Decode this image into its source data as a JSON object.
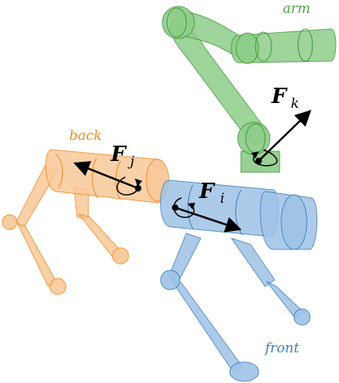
{
  "labels": {
    "arm": "arm",
    "back": "back",
    "front": "front"
  },
  "forces": [
    {
      "letter": "F",
      "subscript": "k"
    },
    {
      "letter": "F",
      "subscript": "j"
    },
    {
      "letter": "F",
      "subscript": "i"
    }
  ],
  "colors": {
    "arm_fill": "#8fcd8a",
    "arm_stroke": "#3f9a3a",
    "arm_text": "#4f9f45",
    "back_fill": "#f9c99a",
    "back_stroke": "#f08a24",
    "back_text": "#f08a24",
    "front_fill": "#9fc3e6",
    "front_stroke": "#3f7fbf",
    "front_text": "#3f7fbf",
    "force_arrow": "#000000"
  },
  "icons": [
    "force-arrow-icon",
    "torque-curl-icon",
    "application-point-icon"
  ]
}
